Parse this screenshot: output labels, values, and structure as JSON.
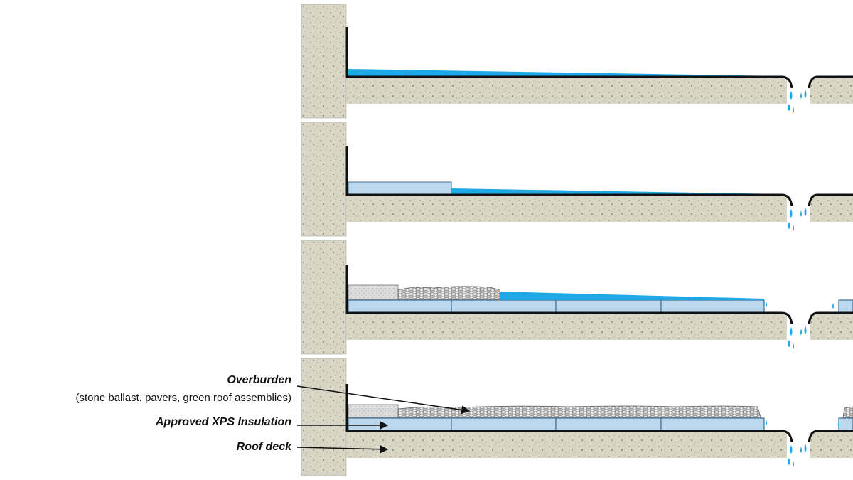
{
  "labels": {
    "overburden": "Overburden",
    "overburden_detail": "(stone ballast, pavers, green roof assemblies)",
    "xps": "Approved XPS Insulation",
    "deck": "Roof deck"
  },
  "colors": {
    "concrete": "#d9d6c6",
    "concrete_speckle": "#a8a595",
    "water": "#1ea8e6",
    "insulation": "#bcd8ef",
    "insulation_edge": "#3d6f96",
    "membrane": "#111111",
    "paver": "#dcdcdc",
    "stone": "#cfcfcf"
  },
  "panels": [
    {
      "name": "bare-roof",
      "overburden": false,
      "insulation_boards": 0,
      "paver": false
    },
    {
      "name": "single-board",
      "overburden": false,
      "insulation_boards": 1,
      "paver": false
    },
    {
      "name": "partial-ballast",
      "overburden": true,
      "insulation_boards": 4,
      "paver": true
    },
    {
      "name": "full-ballast",
      "overburden": true,
      "insulation_boards": 4,
      "paver": true
    }
  ]
}
